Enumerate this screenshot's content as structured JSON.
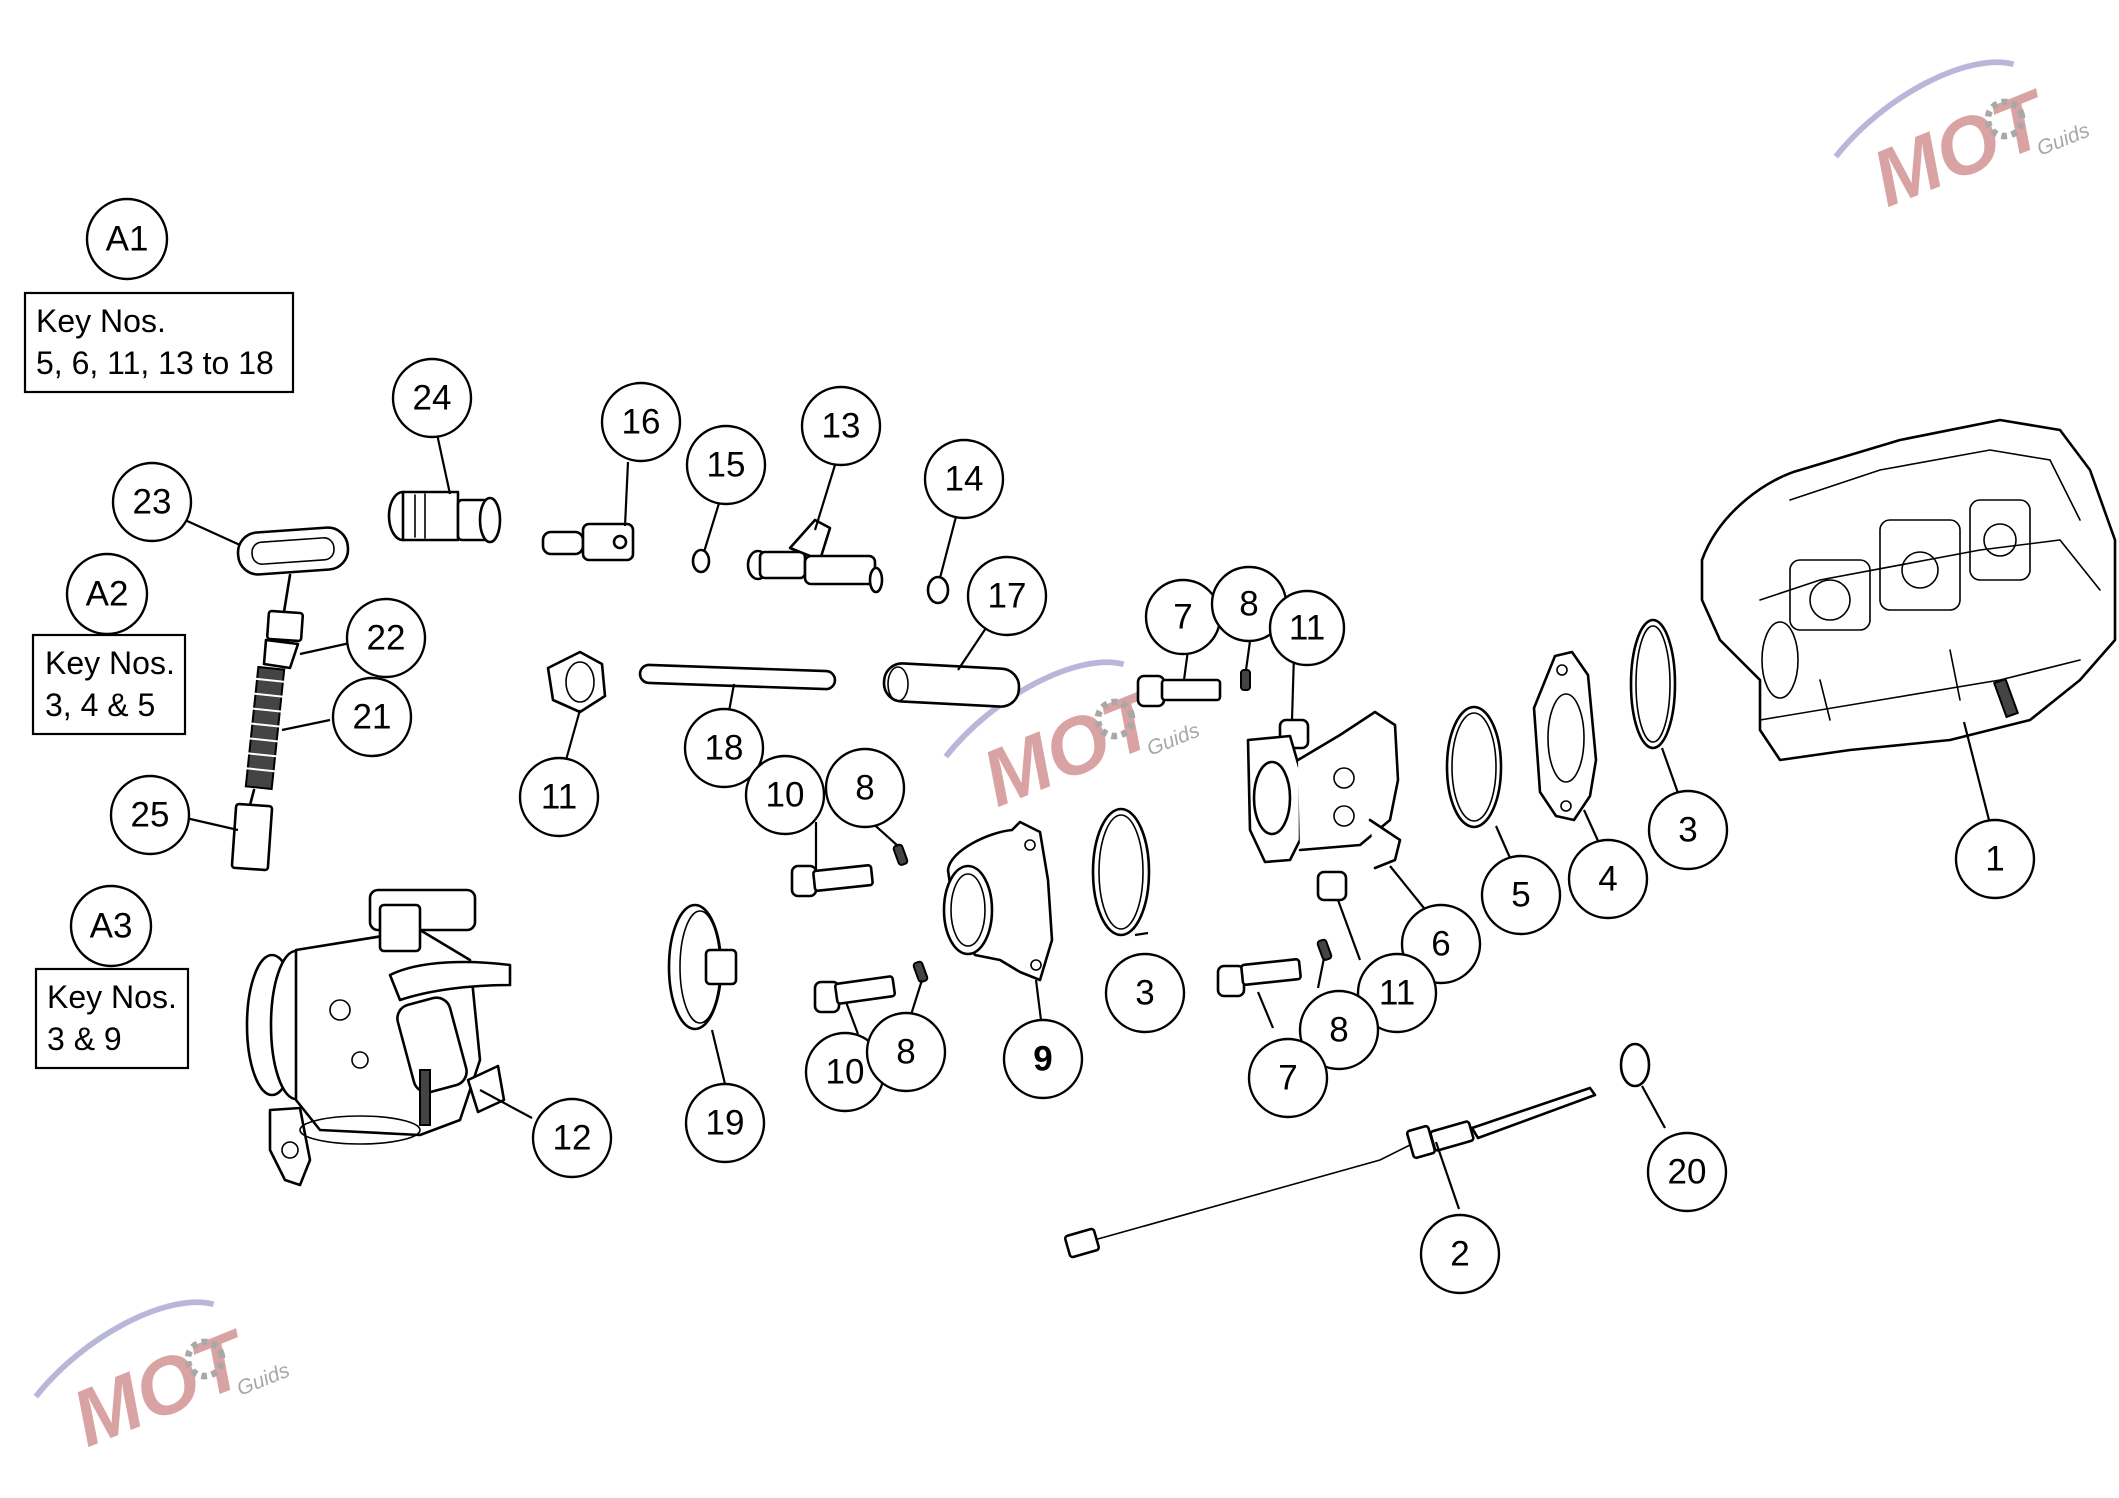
{
  "diagram": {
    "callouts": [
      {
        "id": "A1",
        "label": "A1"
      },
      {
        "id": "A2",
        "label": "A2"
      },
      {
        "id": "A3",
        "label": "A3"
      },
      {
        "id": "c24",
        "label": "24"
      },
      {
        "id": "c16",
        "label": "16"
      },
      {
        "id": "c15",
        "label": "15"
      },
      {
        "id": "c13",
        "label": "13"
      },
      {
        "id": "c14",
        "label": "14"
      },
      {
        "id": "c23",
        "label": "23"
      },
      {
        "id": "c22",
        "label": "22"
      },
      {
        "id": "c21",
        "label": "21"
      },
      {
        "id": "c25",
        "label": "25"
      },
      {
        "id": "c17",
        "label": "17"
      },
      {
        "id": "c11a",
        "label": "11"
      },
      {
        "id": "c18",
        "label": "18"
      },
      {
        "id": "c10a",
        "label": "10"
      },
      {
        "id": "c8a",
        "label": "8"
      },
      {
        "id": "c7a",
        "label": "7"
      },
      {
        "id": "c8b",
        "label": "8"
      },
      {
        "id": "c11b",
        "label": "11"
      },
      {
        "id": "c1",
        "label": "1"
      },
      {
        "id": "c3a",
        "label": "3"
      },
      {
        "id": "c4",
        "label": "4"
      },
      {
        "id": "c5",
        "label": "5"
      },
      {
        "id": "c6",
        "label": "6"
      },
      {
        "id": "c11c",
        "label": "11"
      },
      {
        "id": "c8c",
        "label": "8"
      },
      {
        "id": "c7b",
        "label": "7"
      },
      {
        "id": "c3b",
        "label": "3"
      },
      {
        "id": "c9",
        "label": "9"
      },
      {
        "id": "c10b",
        "label": "10"
      },
      {
        "id": "c8d",
        "label": "8"
      },
      {
        "id": "c19",
        "label": "19"
      },
      {
        "id": "c12",
        "label": "12"
      },
      {
        "id": "c20",
        "label": "20"
      },
      {
        "id": "c2",
        "label": "2"
      }
    ],
    "key_boxes": [
      {
        "id": "A1",
        "lines": [
          "Key Nos.",
          "5, 6, 11, 13 to 18"
        ]
      },
      {
        "id": "A2",
        "lines": [
          "Key Nos.",
          "3, 4 & 5"
        ]
      },
      {
        "id": "A3",
        "lines": [
          "Key Nos.",
          "3 & 9"
        ]
      }
    ]
  },
  "watermark": {
    "text": "MOT",
    "sub": "Guids",
    "colors": {
      "primary": "#d9a3a3",
      "secondary": "#b9b7d9",
      "gear": "#a8a8a8"
    }
  },
  "colors": {
    "line": "#000000",
    "background": "#ffffff"
  }
}
